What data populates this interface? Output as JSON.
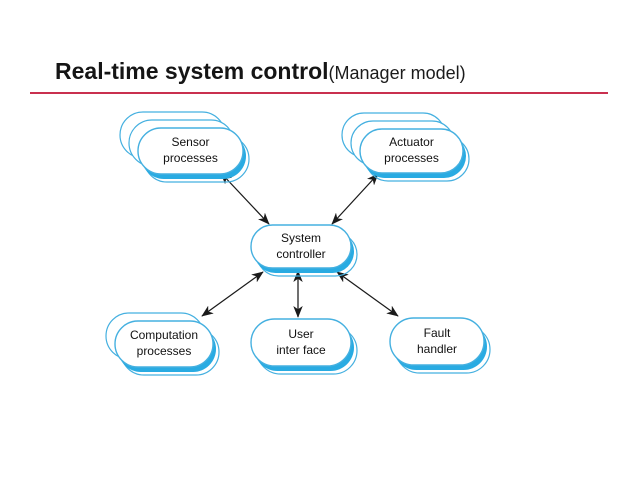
{
  "title": {
    "main": "Real-time system control",
    "sub": "(Manager model)"
  },
  "colors": {
    "underline_red": "#c9304f",
    "node_border": "#45b0e0",
    "node_shadow": "#29abe2",
    "node_fill": "#ffffff",
    "arrow": "#1a1a1a",
    "text": "#111111",
    "background": "#ffffff"
  },
  "diagram": {
    "nodes": [
      {
        "id": "sensor-processes",
        "label": "Sensor\nprocesses",
        "stacked_copies": 3
      },
      {
        "id": "actuator-processes",
        "label": "Actuator\nprocesses",
        "stacked_copies": 3
      },
      {
        "id": "system-controller",
        "label": "System\ncontroller",
        "stacked_copies": 1
      },
      {
        "id": "computation-processes",
        "label": "Computation\nprocesses",
        "stacked_copies": 2
      },
      {
        "id": "user-interface",
        "label": "User\ninter face",
        "stacked_copies": 1
      },
      {
        "id": "fault-handler",
        "label": "Fault\nhandler",
        "stacked_copies": 1
      }
    ],
    "edges": [
      {
        "from": "system-controller",
        "to": "sensor-processes",
        "bidirectional": true
      },
      {
        "from": "system-controller",
        "to": "actuator-processes",
        "bidirectional": true
      },
      {
        "from": "system-controller",
        "to": "computation-processes",
        "bidirectional": true
      },
      {
        "from": "system-controller",
        "to": "user-interface",
        "bidirectional": true
      },
      {
        "from": "system-controller",
        "to": "fault-handler",
        "bidirectional": true
      }
    ]
  }
}
